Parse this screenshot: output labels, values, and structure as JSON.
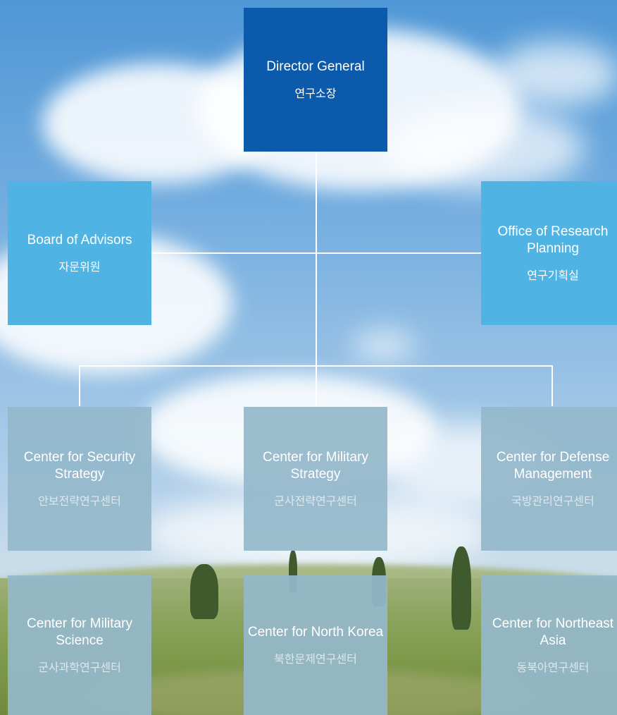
{
  "org_chart": {
    "director": {
      "en": "Director General",
      "ko": "연구소장"
    },
    "advisors": {
      "en": "Board of Advisors",
      "ko": "자문위원"
    },
    "planning": {
      "en": "Office of Research Planning",
      "ko": "연구기획실"
    },
    "centers": [
      {
        "en": "Center for Security Strategy",
        "ko": "안보전략연구센터"
      },
      {
        "en": "Center for Military Strategy",
        "ko": "군사전략연구센터"
      },
      {
        "en": "Center for Defense Management",
        "ko": "국방관리연구센터"
      },
      {
        "en": "Center for Military Science",
        "ko": "군사과학연구센터"
      },
      {
        "en": "Center for North Korea",
        "ko": "북한문제연구센터"
      },
      {
        "en": "Center for Northeast Asia",
        "ko": "동북아연구센터"
      }
    ]
  },
  "colors": {
    "director_box": "#0b5aab",
    "staff_box": "#4fb4e4",
    "center_box": "#94b8ca",
    "connector_line": "#ffffff"
  }
}
